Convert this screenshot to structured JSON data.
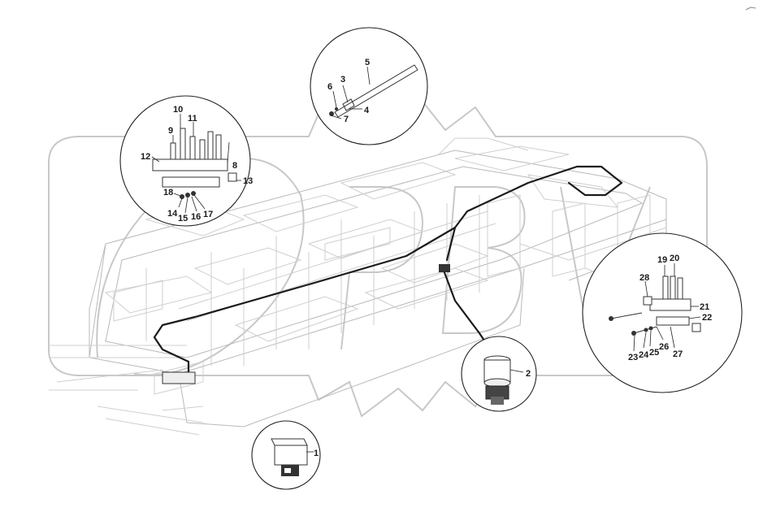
{
  "diagram": {
    "callouts": [
      {
        "id": "c1",
        "text": "1"
      },
      {
        "id": "c2",
        "text": "2"
      },
      {
        "id": "c3",
        "text": "3"
      },
      {
        "id": "c4",
        "text": "4"
      },
      {
        "id": "c5",
        "text": "5"
      },
      {
        "id": "c6",
        "text": "6"
      },
      {
        "id": "c7",
        "text": "7"
      },
      {
        "id": "c8",
        "text": "8"
      },
      {
        "id": "c9",
        "text": "9"
      },
      {
        "id": "c10",
        "text": "10"
      },
      {
        "id": "c11",
        "text": "11"
      },
      {
        "id": "c12",
        "text": "12"
      },
      {
        "id": "c13",
        "text": "13"
      },
      {
        "id": "c14",
        "text": "14"
      },
      {
        "id": "c15",
        "text": "15"
      },
      {
        "id": "c16",
        "text": "16"
      },
      {
        "id": "c17",
        "text": "17"
      },
      {
        "id": "c18",
        "text": "18"
      },
      {
        "id": "c19",
        "text": "19"
      },
      {
        "id": "c20",
        "text": "20"
      },
      {
        "id": "c21",
        "text": "21"
      },
      {
        "id": "c22",
        "text": "22"
      },
      {
        "id": "c23",
        "text": "23"
      },
      {
        "id": "c24",
        "text": "24"
      },
      {
        "id": "c25",
        "text": "25"
      },
      {
        "id": "c26",
        "text": "26"
      },
      {
        "id": "c27",
        "text": "27"
      },
      {
        "id": "c28",
        "text": "28"
      }
    ]
  },
  "colors": {
    "frame_lines": "#b9b9b9",
    "hose": "#1b1b1b",
    "watermark": "#c8c8c8"
  }
}
